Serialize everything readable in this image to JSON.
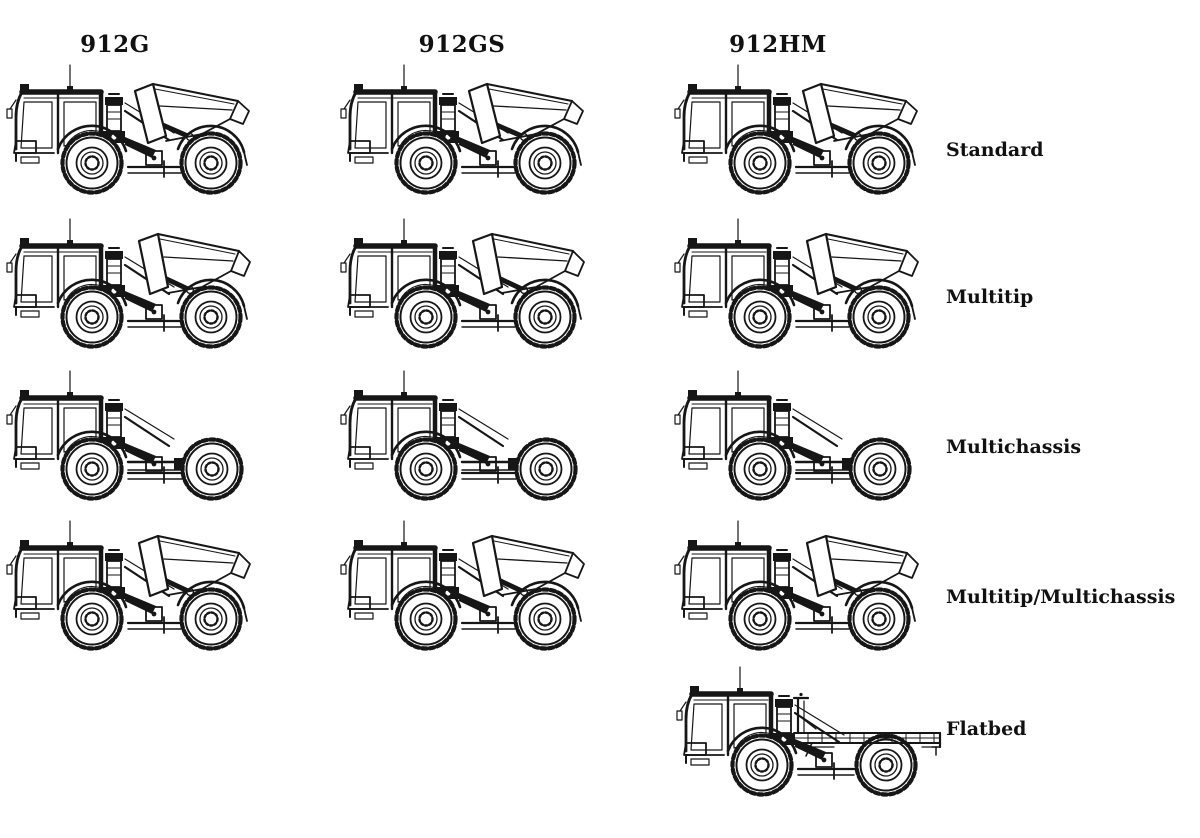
{
  "columns": [
    {
      "label": "912G"
    },
    {
      "label": "912GS"
    },
    {
      "label": "912HM"
    }
  ],
  "rows": [
    {
      "label": "Standard",
      "variant": "standard-dump-truck",
      "symbol": "#truck-standard",
      "models": [
        "912G",
        "912GS",
        "912HM"
      ]
    },
    {
      "label": "Multitip",
      "variant": "multitip-dump-truck",
      "symbol": "#truck-multitip",
      "models": [
        "912G",
        "912GS",
        "912HM"
      ]
    },
    {
      "label": "Multichassis",
      "variant": "bare-chassis-truck",
      "symbol": "#truck-chassis",
      "models": [
        "912G",
        "912GS",
        "912HM"
      ]
    },
    {
      "label": "Multitip/Multichassis",
      "variant": "multitip-dump-truck",
      "symbol": "#truck-multitip",
      "models": [
        "912G",
        "912GS",
        "912HM"
      ]
    },
    {
      "label": "Flatbed",
      "variant": "flatbed-truck",
      "symbol": "#truck-flatbed",
      "models": [
        "912HM"
      ]
    }
  ],
  "colors": {
    "line": "#161616",
    "background": "#ffffff",
    "text": "#111111"
  }
}
